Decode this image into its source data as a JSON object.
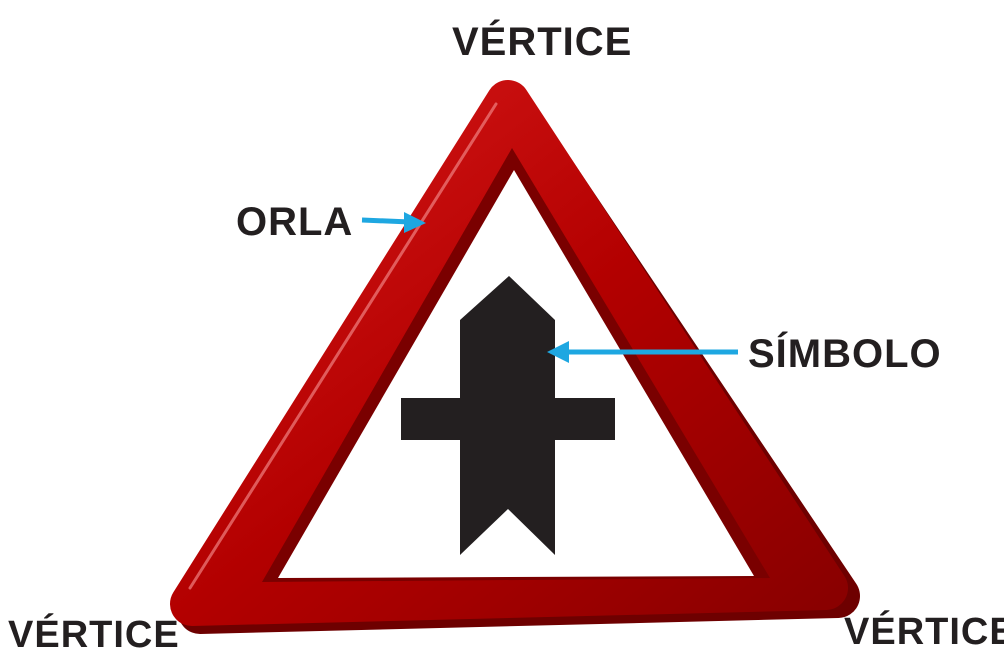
{
  "labels": {
    "vertex_top": "VÉRTICE",
    "vertex_bottom_left": "VÉRTICE",
    "vertex_bottom_right": "VÉRTICE",
    "border": "ORLA",
    "symbol": "SÍMBOLO"
  },
  "colors": {
    "border_red": "#b30000",
    "border_dark": "#6e0000",
    "symbol_black": "#231f20",
    "arrow_blue": "#1ea7e1",
    "text": "#231f20"
  },
  "icons": {
    "sign": "triangular-warning-sign",
    "symbol": "priority-intersection-symbol"
  }
}
